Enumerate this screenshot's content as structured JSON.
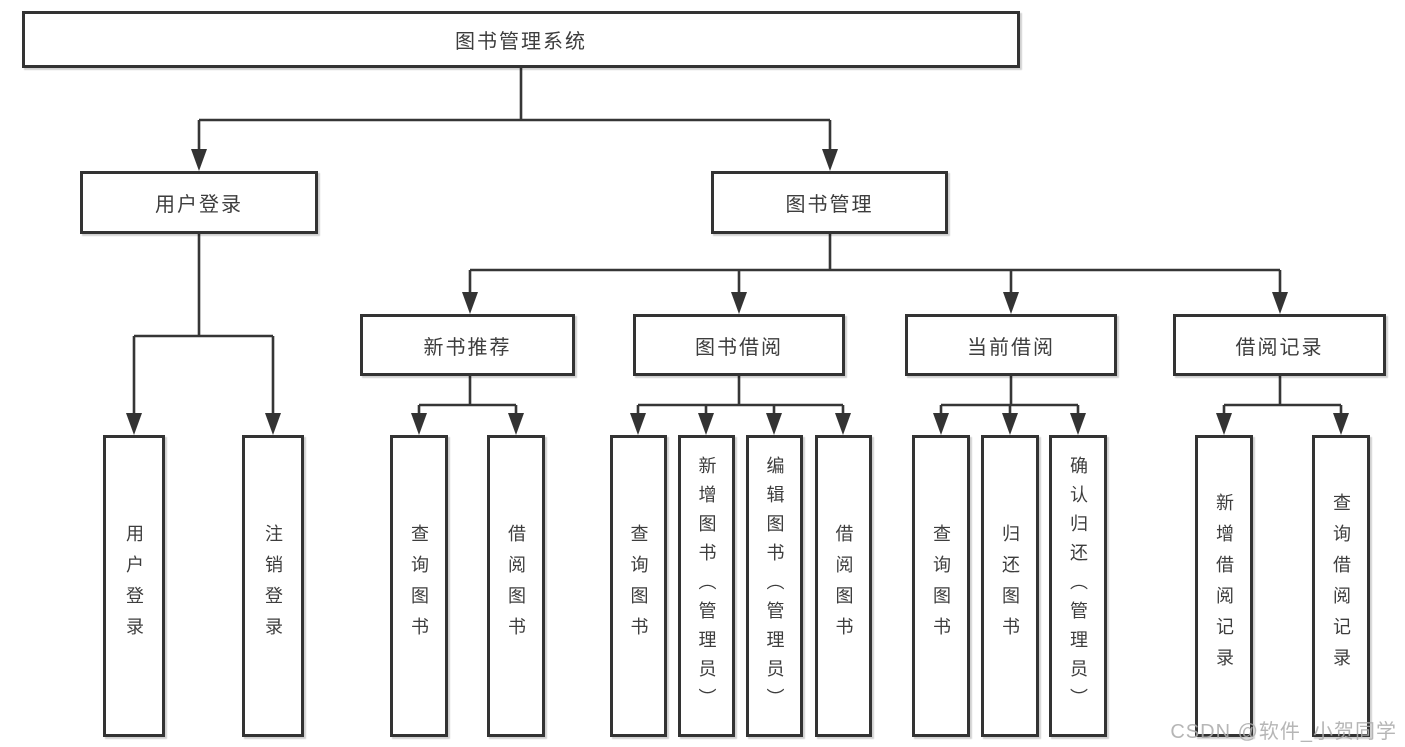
{
  "diagram": {
    "title": "图书管理系统",
    "root": {
      "label": "图书管理系统",
      "children": [
        {
          "label": "用户登录",
          "children": [
            {
              "label": "用户登录"
            },
            {
              "label": "注销登录"
            }
          ]
        },
        {
          "label": "图书管理",
          "children": [
            {
              "label": "新书推荐",
              "children": [
                {
                  "label": "查询图书"
                },
                {
                  "label": "借阅图书"
                }
              ]
            },
            {
              "label": "图书借阅",
              "children": [
                {
                  "label": "查询图书"
                },
                {
                  "label": "新增图书（管理员）"
                },
                {
                  "label": "编辑图书（管理员）"
                },
                {
                  "label": "借阅图书"
                }
              ]
            },
            {
              "label": "当前借阅",
              "children": [
                {
                  "label": "查询图书"
                },
                {
                  "label": "归还图书"
                },
                {
                  "label": "确认归还（管理员）"
                }
              ]
            },
            {
              "label": "借阅记录",
              "children": [
                {
                  "label": "新增借阅记录"
                },
                {
                  "label": "查询借阅记录"
                }
              ]
            }
          ]
        }
      ]
    },
    "colors": {
      "line": "#363636",
      "border": "#333333",
      "text": "#3d3d3d",
      "background": "#ffffff",
      "watermark": "#acacac"
    }
  },
  "watermark": {
    "text": "CSDN @软件_小贺同学"
  }
}
